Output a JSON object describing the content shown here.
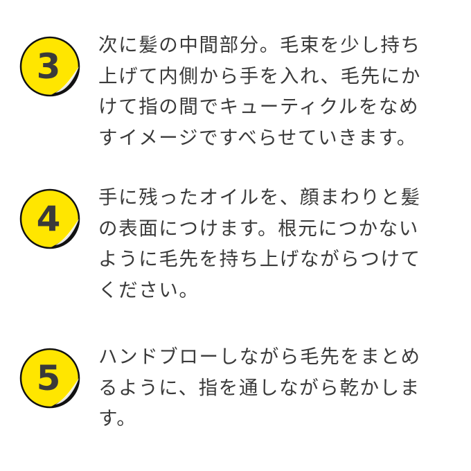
{
  "accent_color": "#ffe600",
  "steps": [
    {
      "number": "3",
      "text": "次に髪の中間部分。毛束を少し持ち\n上げて内側から手を入れ、毛先にか\nけて指の間でキューティクルをなめ\nすイメージですべらせていきます。"
    },
    {
      "number": "4",
      "text": "手に残ったオイルを、顔まわりと髪\nの表面につけます。根元につかない\nように毛先を持ち上げながらつけて\nください。"
    },
    {
      "number": "5",
      "text": "ハンドブローしながら毛先をまとめ\nるように、指を通しながら乾かしま\nす。"
    }
  ]
}
